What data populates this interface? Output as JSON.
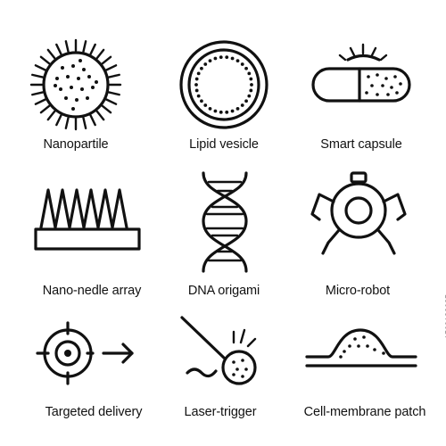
{
  "icons": [
    {
      "key": "nanoparticle",
      "label": "Nanopartile",
      "icon": "nanoparticle-icon"
    },
    {
      "key": "lipid-vesicle",
      "label": "Lipid vesicle",
      "icon": "lipid-vesicle-icon"
    },
    {
      "key": "smart-capsule",
      "label": "Smart capsule",
      "icon": "smart-capsule-icon"
    },
    {
      "key": "nano-needle-array",
      "label": "Nano-nedle array",
      "icon": "nano-needle-array-icon"
    },
    {
      "key": "dna-origami",
      "label": "DNA origami",
      "icon": "dna-helix-icon"
    },
    {
      "key": "micro-robot",
      "label": "Micro-robot",
      "icon": "micro-robot-icon"
    },
    {
      "key": "targeted-delivery",
      "label": "Targeted delivery",
      "icon": "target-arrow-icon"
    },
    {
      "key": "laser-trigger",
      "label": "Laser-trigger",
      "icon": "laser-trigger-icon"
    },
    {
      "key": "cell-membrane-patch",
      "label": "Cell-membrane patch",
      "icon": "cell-membrane-patch-icon"
    }
  ],
  "watermark": {
    "stock_id": "1569182625"
  },
  "colors": {
    "background": "#ffffff",
    "stroke": "#111111"
  }
}
